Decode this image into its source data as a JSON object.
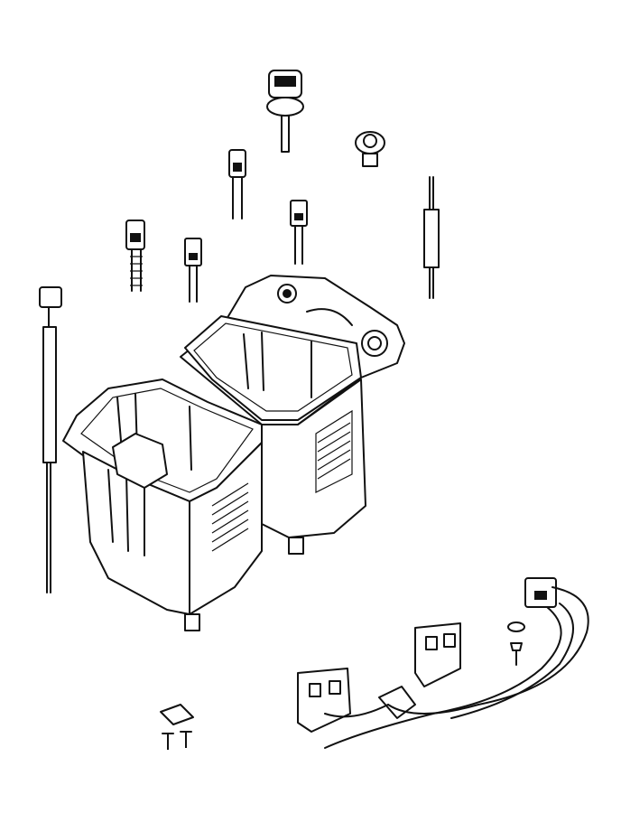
{
  "colors": {
    "line": "#111111",
    "background": "#ffffff"
  },
  "parts": [
    "main-housing",
    "thermostat-knob",
    "pilot-light",
    "temperature-probe-left",
    "temperature-probe-center",
    "temperature-probe-small-1",
    "temperature-probe-small-2",
    "temperature-probe-small-3",
    "heating-rod-right",
    "heating-rod-left",
    "wire-harness",
    "clip-with-screws",
    "screw-with-washer"
  ]
}
